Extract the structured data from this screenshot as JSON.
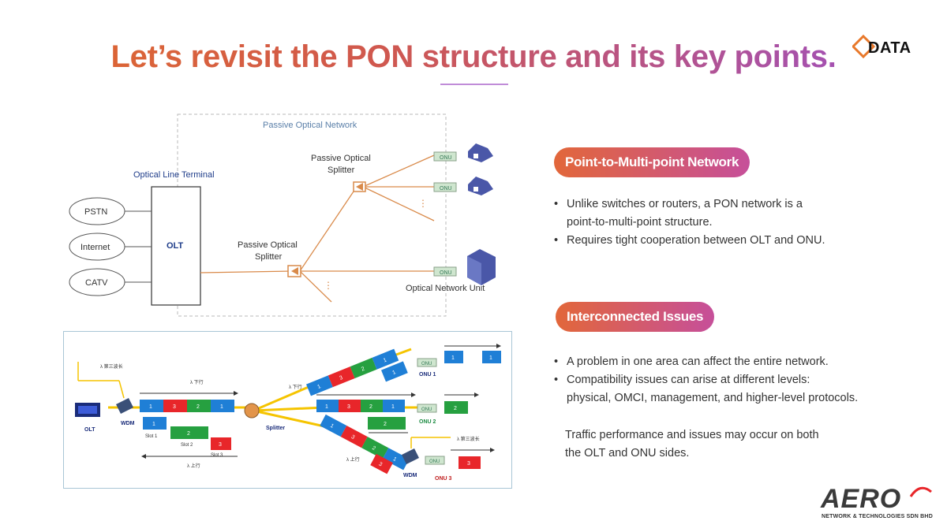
{
  "title": "Let’s revisit the PON structure and its key points.",
  "logo_text": "DATA",
  "aero_logo": {
    "name": "AERO",
    "tagline": "NETWORK & TECHNOLOGIES SDN BHD"
  },
  "top_diagram": {
    "pon_label": "Passive Optical Network",
    "olt_caption": "Optical Line Terminal",
    "olt_label": "OLT",
    "services": [
      "PSTN",
      "Internet",
      "CATV"
    ],
    "splitter1_label": [
      "Passive Optical",
      "Splitter"
    ],
    "splitter2_label": [
      "Passive Optical",
      "Splitter"
    ],
    "onu_label": "ONU",
    "onu_caption": "Optical Network Unit",
    "ellipsis": "⋮"
  },
  "bottom_diagram": {
    "olt_label": "OLT",
    "wdm_left": "WDM",
    "wdm_right": "WDM",
    "splitter_label": "Splitter",
    "lambda_down": "λ 下行",
    "lambda_up": "λ 上行",
    "lambda_third": "λ 第三波长",
    "downstream_frame": [
      "1",
      "3",
      "2",
      "1"
    ],
    "slots": [
      "Slot 1",
      "Slot 2",
      "Slot 3"
    ],
    "slot_values": [
      "1",
      "2",
      "3"
    ],
    "onus": [
      "ONU 1",
      "ONU 2",
      "ONU 3"
    ],
    "onu_frame": [
      "1",
      "3",
      "2",
      "1"
    ],
    "onu1_rx": [
      "1",
      "1"
    ],
    "onu2_rx": "2",
    "onu3_rx": "3",
    "onu_tx": [
      "1",
      "2",
      "3"
    ]
  },
  "section1": {
    "heading": "Point-to-Multi-point Network",
    "bullets": [
      [
        "Unlike switches or routers, a PON network is a",
        "point-to-multi-point  structure."
      ],
      [
        "Requires tight cooperation between OLT and ONU."
      ]
    ]
  },
  "section2": {
    "heading": "Interconnected Issues",
    "bullets": [
      [
        "A problem in one area can affect the entire network."
      ],
      [
        "Compatibility issues can arise at different levels:",
        "physical, OMCI, management, and higher-level protocols."
      ]
    ],
    "note": [
      "Traffic performance and issues may occur on both",
      "the OLT and ONU sides."
    ]
  },
  "colors": {
    "title_gradient": [
      "#e06a2c",
      "#9a4fc8"
    ],
    "pill_gradient": [
      "#e2673a",
      "#c64f9a"
    ],
    "fiber": "#d98a4a",
    "frame_blue": "#1f7fd6",
    "frame_red": "#e8262a",
    "frame_green": "#26a040"
  }
}
